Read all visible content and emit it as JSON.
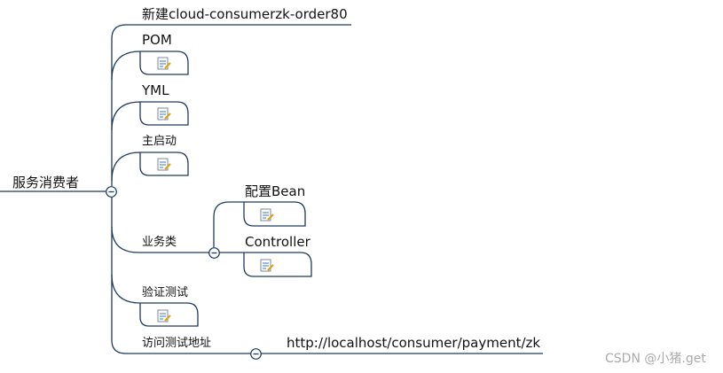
{
  "mindmap": {
    "root": {
      "label": "服务消费者"
    },
    "topics": [
      {
        "label": "新建cloud-consumerzk-order80"
      },
      {
        "label": "POM"
      },
      {
        "label": "YML"
      },
      {
        "label": "主启动"
      },
      {
        "label": "业务类",
        "children": [
          {
            "label": "配置Bean"
          },
          {
            "label": "Controller"
          }
        ]
      },
      {
        "label": "验证测试"
      },
      {
        "label": "访问测试地址",
        "children": [
          {
            "label": "http://localhost/consumer/payment/zk"
          }
        ]
      }
    ],
    "note_icon": "note-icon",
    "collapse_icon": "collapse-minus-icon",
    "line_color": "#1f3a60"
  },
  "watermark": {
    "text": "CSDN @小猪.get"
  }
}
